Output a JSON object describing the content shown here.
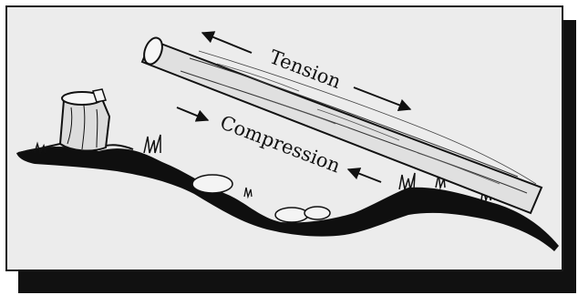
{
  "illustration": {
    "labels": {
      "tension": "Tension",
      "compression": "Compression"
    },
    "colors": {
      "background": "#ececec",
      "ink": "#111111",
      "shadow": "#111111"
    },
    "icons": [
      "log-drawing",
      "tree-stump-drawing",
      "ground-drawing",
      "rock-drawing",
      "arrow-icon"
    ]
  }
}
